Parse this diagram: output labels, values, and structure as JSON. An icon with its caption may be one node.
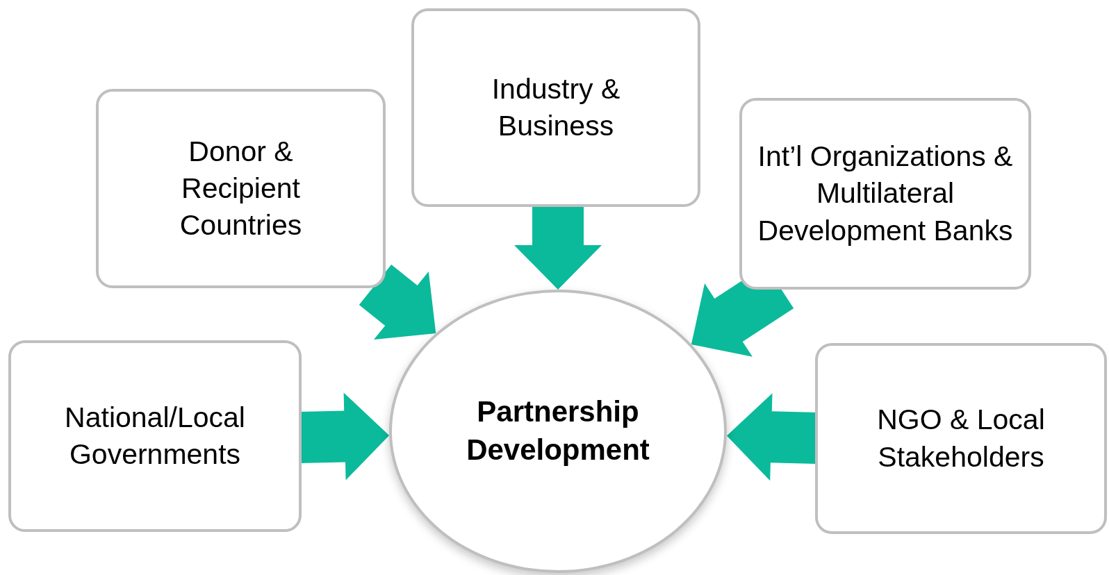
{
  "diagram": {
    "nodes": [
      {
        "text": [
          "Industry & Business"
        ]
      },
      {
        "text": [
          "Donor & Recipient Countries"
        ]
      },
      {
        "text": [
          "Int’l Organizations & Multilateral Development Banks"
        ]
      },
      {
        "text": [
          "National/Local Governments"
        ]
      },
      {
        "text": [
          "NGO & Local Stakeholders"
        ]
      },
      {
        "text": [
          "Partnership Development"
        ]
      }
    ],
    "edges": [
      {
        "from": 0,
        "to": 5,
        "arrow": "to"
      },
      {
        "from": 1,
        "to": 5,
        "arrow": "to"
      },
      {
        "from": 2,
        "to": 5,
        "arrow": "to"
      },
      {
        "from": 3,
        "to": 5,
        "arrow": "to"
      },
      {
        "from": 4,
        "to": 5,
        "arrow": "to"
      }
    ]
  }
}
